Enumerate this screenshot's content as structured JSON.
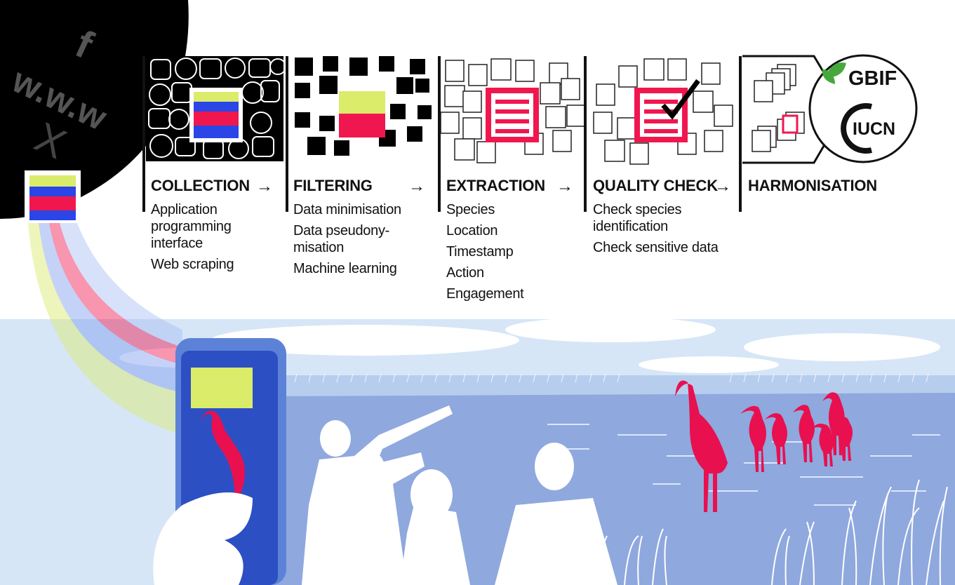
{
  "social_globe": {
    "icons": [
      "facebook-icon",
      "www-text",
      "x-icon"
    ],
    "www_text": "w.w.w",
    "f_glyph": "f",
    "x_glyph": "X"
  },
  "stages": [
    {
      "title": "COLLECTION",
      "items": [
        "Application",
        "programming",
        "interface",
        "Web scraping"
      ]
    },
    {
      "title": "FILTERING",
      "items": [
        "Data minimisation",
        "Data pseudony-",
        "misation",
        "Machine learning"
      ]
    },
    {
      "title": "EXTRACTION",
      "items": [
        "Species",
        "Location",
        "Timestamp",
        "Action",
        "Engagement"
      ]
    },
    {
      "title": "QUALITY CHECK",
      "items": [
        "Check species",
        "identification",
        "Check sensitive data"
      ]
    },
    {
      "title": "HARMONISATION",
      "items": []
    }
  ],
  "logos": {
    "gbif": "GBIF",
    "iucn": "IUCN"
  },
  "colors": {
    "post_yellow": "#dbeb6a",
    "post_blue": "#2a46e6",
    "post_red": "#f0174f",
    "phone_blue": "#3158c9",
    "scarlet_ibis": "#e8104f",
    "sky": "#cfe0f5",
    "water": "#8ea8dd"
  }
}
